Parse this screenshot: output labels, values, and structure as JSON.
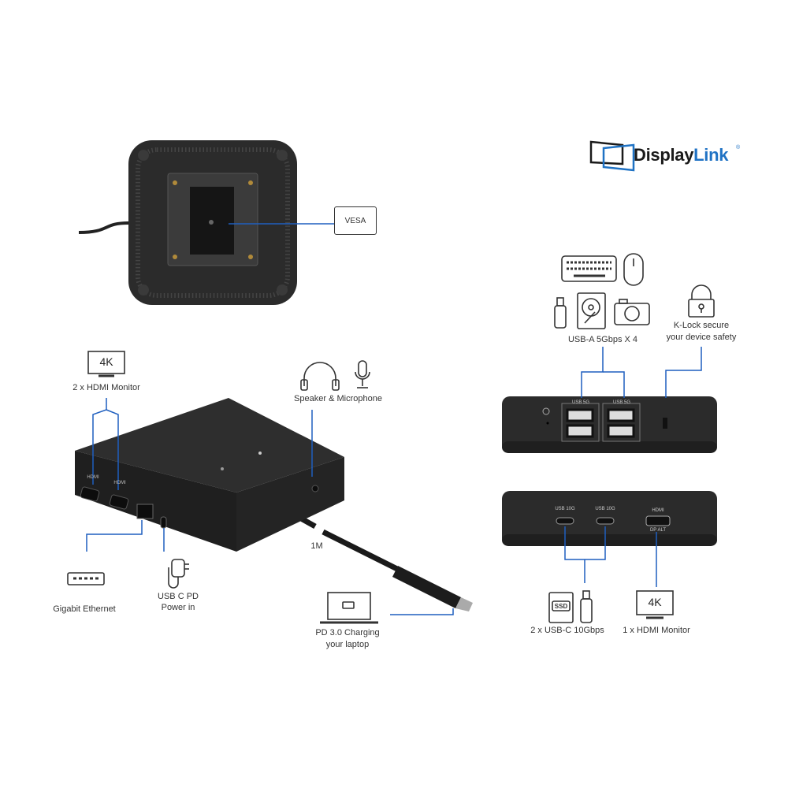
{
  "brand": {
    "logo_dark": "Display",
    "logo_blue": "Link",
    "registered": "®"
  },
  "colors": {
    "accent_line": "#1f5fbf",
    "device": "#2b2b2b",
    "logo_blue": "#1f72c4"
  },
  "top_device": {
    "vesa_label": "VESA"
  },
  "main_device": {
    "hdmi_monitor_icon_text": "4K",
    "hdmi_monitor_label": "2 x HDMI Monitor",
    "audio_label": "Speaker & Microphone",
    "cable_length": "1M",
    "ethernet_label": "Gigabit Ethernet",
    "power_label_line1": "USB C PD",
    "power_label_line2": "Power in",
    "charging_label_line1": "PD 3.0 Charging",
    "charging_label_line2": "your laptop",
    "port_label_hdmi": "HDMI"
  },
  "rear_view": {
    "usb_a_label": "USB-A 5Gbps X 4",
    "klock_line1": "K-Lock secure",
    "klock_line2": "your device safety",
    "port_group_label": "USB 5G"
  },
  "front_view": {
    "usbc_port_label": "USB 10G",
    "hdmi_port_label": "HDMI",
    "dp_alt_label": "DP ALT",
    "ssd_icon_text": "SSD",
    "usbc_label": "2 x USB-C 10Gbps",
    "hdmi_monitor_icon_text": "4K",
    "hdmi_monitor_label": "1 x HDMI Monitor"
  }
}
